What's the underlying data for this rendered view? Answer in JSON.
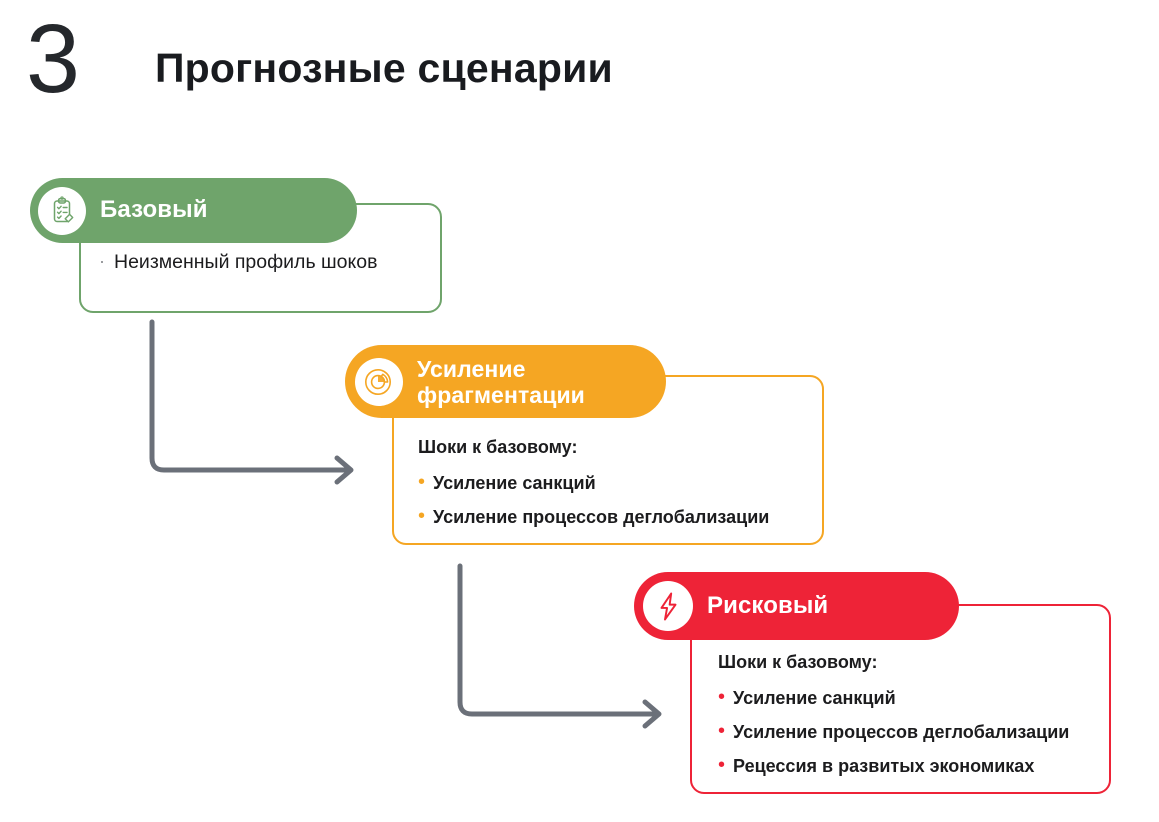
{
  "slide": {
    "number": "3",
    "title": "Прогнозные сценарии",
    "background": "#ffffff"
  },
  "colors": {
    "base": "#6fa46b",
    "fragmentation": "#f5a623",
    "risk": "#ee2337",
    "connector": "#6b7079",
    "text": "#1c1c1e"
  },
  "scenarios": [
    {
      "key": "base",
      "icon": "clipboard-checklist-icon",
      "title": "Базовый",
      "accent": "#6fa46b",
      "heading": "",
      "bullets": [
        {
          "marker": "·",
          "text": "Неизменный профиль шоков"
        }
      ]
    },
    {
      "key": "fragmentation",
      "icon": "pie-chart-icon",
      "title": "Усиление\nфрагментации",
      "accent": "#f5a623",
      "heading": "Шоки к базовому:",
      "bullets": [
        {
          "marker": "•",
          "text": "Усиление санкций"
        },
        {
          "marker": "•",
          "text": "Усиление процессов деглобализации"
        }
      ]
    },
    {
      "key": "risk",
      "icon": "lightning-bolt-icon",
      "title": "Рисковый",
      "accent": "#ee2337",
      "heading": "Шоки к базовому:",
      "bullets": [
        {
          "marker": "•",
          "text": "Усиление санкций"
        },
        {
          "marker": "•",
          "text": "Усиление процессов деглобализации"
        },
        {
          "marker": "•",
          "text": "Рецессия в развитых экономиках"
        }
      ]
    }
  ],
  "connectors": [
    {
      "name": "base-to-fragmentation",
      "color": "#6b7079"
    },
    {
      "name": "fragmentation-to-risk",
      "color": "#6b7079"
    }
  ]
}
